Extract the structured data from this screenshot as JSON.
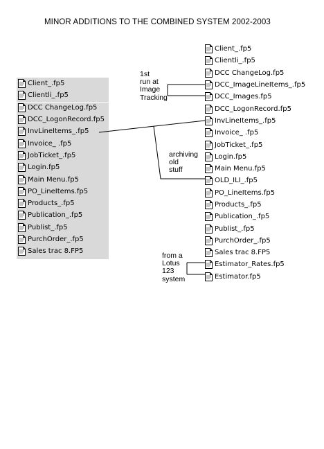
{
  "title": "MINOR ADDITIONS TO THE COMBINED SYSTEM  2002-2003",
  "left_files": [
    "Client_.fp5",
    "Clientli_.fp5",
    "DCC ChangeLog.fp5",
    "DCC_LogonRecord.fp5",
    "InvLineItems_.fp5",
    "Invoice_ .fp5",
    "JobTicket_.fp5",
    "Login.fp5",
    "Main Menu.fp5",
    "PO_LineItems.fp5",
    "Products_.fp5",
    "Publication_.fp5",
    "Publist_.fp5",
    "PurchOrder_.fp5",
    "Sales trac 8.FP5"
  ],
  "right_files": [
    "Client_.fp5",
    "Clientli_.fp5",
    "DCC ChangeLog.fp5",
    "DCC_ImageLineItems_.fp5",
    "DCC_Images.fp5",
    "DCC_LogonRecord.fp5",
    "InvLineItems_.fp5",
    "Invoice_ .fp5",
    "JobTicket_.fp5",
    "Login.fp5",
    "Main Menu.fp5",
    "OLD_ILI_.fp5",
    "PO_LineItems.fp5",
    "Products_.fp5",
    "Publication_.fp5",
    "Publist_.fp5",
    "PurchOrder_.fp5",
    "Sales trac 8.FP5",
    "Estimator_Rates.fp5",
    "Estimator.fp5"
  ],
  "notes": {
    "image_tracking": "1st\nrun at\nImage\nTracking",
    "archiving": "archiving\nold\nstuff",
    "lotus": "from a\nLotus\n123\nsystem"
  },
  "icon": "document-file-icon"
}
